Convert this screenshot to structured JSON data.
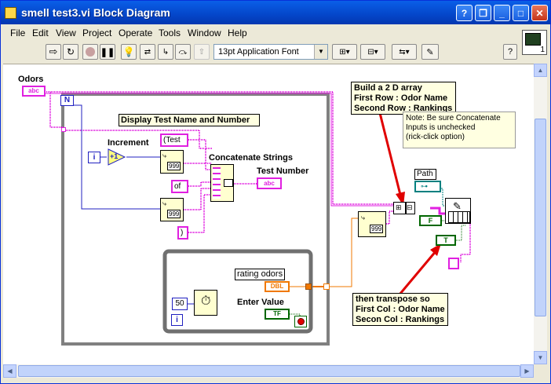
{
  "window": {
    "title": "smell test3.vi Block Diagram",
    "controls": {
      "help": "?",
      "restore": "❐",
      "minimize": "_",
      "maximize": "□",
      "close": "✕"
    },
    "title_color": "#0446c9"
  },
  "menu": {
    "file": "File",
    "edit": "Edit",
    "view": "View",
    "project": "Project",
    "operate": "Operate",
    "tools": "Tools",
    "window": "Window",
    "help": "Help"
  },
  "toolbar": {
    "font": "13pt Application Font",
    "help_glyph": "?"
  },
  "context_help": {
    "badge": "1"
  },
  "diagram": {
    "odors_label": "Odors",
    "odors_terminal": "abc",
    "for_loop_count": "N",
    "for_loop_index": "i",
    "display_label": "Display Test Name and Number",
    "increment_label": "Increment",
    "increment_glyph": "+1",
    "string_test": "(Test",
    "string_of": "of",
    "string_close": ")",
    "format_glyph": "999",
    "concatenate_label": "Concatenate Strings",
    "test_number_label": "Test Number",
    "test_number_terminal": "abc",
    "while_rating_label": "rating odors",
    "rating_terminal": "DBL",
    "wait_value": "50",
    "enter_value_label": "Enter Value",
    "enter_value_terminal": "TF",
    "while_index": "i",
    "build_array_note_lines": [
      "Build a 2 D array",
      "First Row : Odor Name",
      "Second Row : Rankings"
    ],
    "concat_note_lines": [
      "Note: Be sure Concatenate",
      "Inputs is unchecked",
      "(rick-click option)"
    ],
    "path_label": "Path",
    "bool_terminal_1": "F",
    "bool_terminal_2": "T",
    "transpose_note_lines": [
      "then transpose so",
      "First Col : Odor Name",
      "Secon Col : Rankings"
    ]
  },
  "colors": {
    "string_wire": "#e020e0",
    "numeric_wire_blue": "#2020c0",
    "double_wire": "#f07800",
    "bool_wire": "#006600",
    "arrow_red": "#e00000",
    "note_bg": "#ffffe1"
  }
}
